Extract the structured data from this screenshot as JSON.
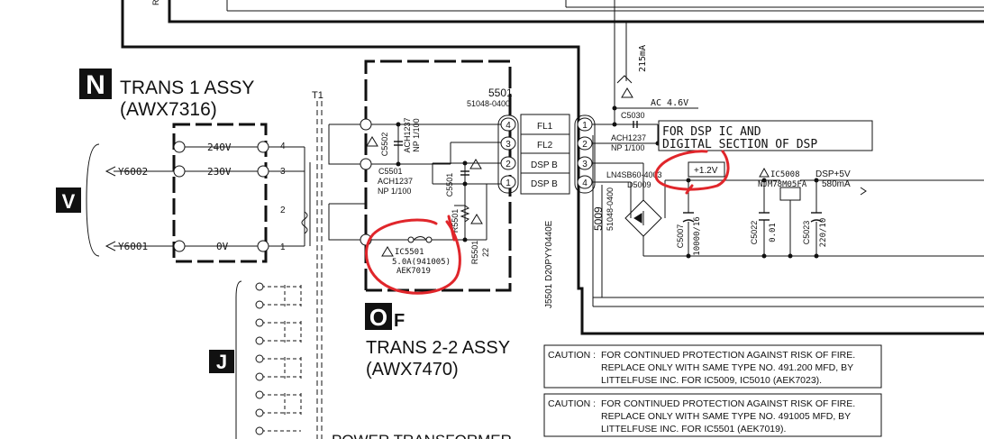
{
  "sections": {
    "n": {
      "badge": "N",
      "title": "TRANS 1 ASSY",
      "part": "(AWX7316)"
    },
    "v": {
      "badge": "V"
    },
    "o": {
      "badge": "O",
      "suffix": "F",
      "title": "TRANS 2-2 ASSY",
      "part": "(AWX7470)"
    },
    "j": {
      "badge": "J"
    }
  },
  "labels": {
    "t1": "T1",
    "v240": "240V",
    "v230": "230V",
    "v0": "0V",
    "p4": "4",
    "p3": "3",
    "p2": "2",
    "p1": "1",
    "y6002": "Y6002",
    "y6001": "Y6001",
    "c5502": "C5502",
    "c5502_sub1": "ACH1237",
    "c5502_sub2": "NP 1/100",
    "c5501": "C5501",
    "c5501_sub1": "ACH1237",
    "c5501_sub2": "NP 1/100",
    "c5501b": "C5501",
    "r5501a": "R5501",
    "r5501b": "R5501",
    "r5501_val": "22",
    "ic5501": "IC5501",
    "ic5501_val": "5.0A(941005)",
    "ic5501_part": "AEK7019",
    "conn5501": "5501",
    "conn5501_part": "51048-0400",
    "n4": "4",
    "n3": "3",
    "n2": "2",
    "n1": "1",
    "fl1": "FL1",
    "fl2": "FL2",
    "dspb1": "DSP B",
    "dspb2": "DSP B",
    "r1": "1",
    "r2": "2",
    "r3": "3",
    "r4": "4",
    "j5501": "J5501 D20PYY0440E",
    "conn5009": "5009",
    "conn5009_part": "51048-0400",
    "c5030": "C5030",
    "c5030_sub1": "ACH1237",
    "c5030_sub2": "NP 1/100",
    "ac46": "AC 4.6V",
    "ma215": "215mA",
    "fordsp1": "FOR DSP IC AND",
    "fordsp2": "DIGITAL SECTION OF DSP",
    "plus12": "+1.2V",
    "ln4": "LN4SB60-4003",
    "d5009": "D5009",
    "ic5008": "IC5008",
    "njm": "NJM78M05FA",
    "dsp5v": "DSP+5V",
    "ma580": "580mA",
    "c5007": "C5007",
    "c5007_val": "10000/16",
    "c5022": "C5022",
    "c5022_val": "0.01",
    "c5023": "C5023",
    "c5023_val": "220/10",
    "power_tx": "POWER TRANSFORMER",
    "edge_r": "R"
  },
  "cautions": [
    {
      "prefix": "CAUTION :",
      "line1": "FOR CONTINUED PROTECTION AGAINST RISK OF FIRE.",
      "line2": "REPLACE ONLY WITH SAME TYPE NO. 491.200 MFD, BY",
      "line3": "LITTELFUSE INC. FOR IC5009, IC5010 (AEK7023)."
    },
    {
      "prefix": "CAUTION :",
      "line1": "FOR CONTINUED PROTECTION AGAINST RISK OF FIRE.",
      "line2": "REPLACE ONLY WITH SAME TYPE NO. 491005 MFD, BY",
      "line3": "LITTELFUSE INC. FOR IC5501 (AEK7019)."
    }
  ],
  "colors": {
    "ink": "#111111",
    "annotation": "#e0262b",
    "background": "#ffffff"
  }
}
